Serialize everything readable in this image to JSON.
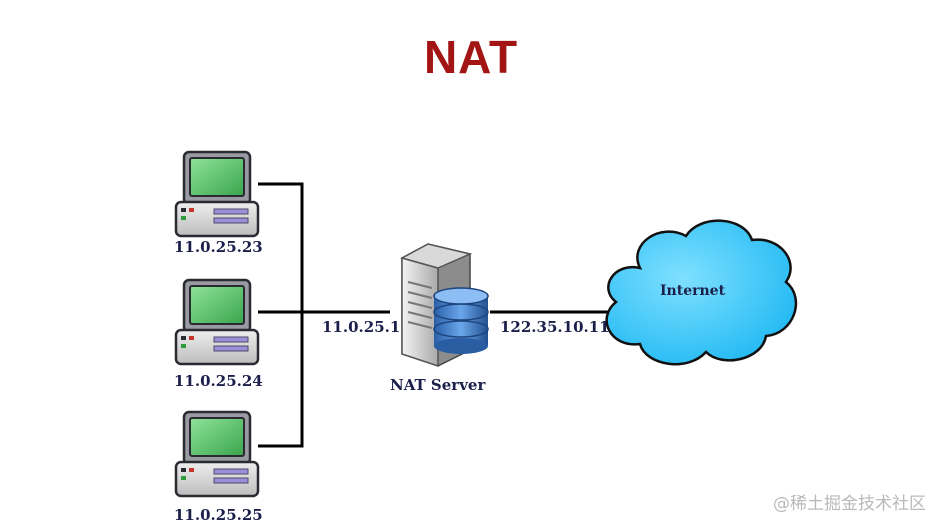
{
  "title": "NAT",
  "clients": [
    {
      "ip": "11.0.25.23"
    },
    {
      "ip": "11.0.25.24"
    },
    {
      "ip": "11.0.25.25"
    }
  ],
  "server": {
    "name": "NAT Server",
    "inner_ip": "11.0.25.1",
    "outer_ip": "122.35.10.11"
  },
  "cloud": {
    "label": "Internet"
  },
  "watermark": "@稀土掘金技术社区",
  "colors": {
    "title": "#a31515",
    "screen": "#66c974",
    "cloud": "#27c5ff",
    "database": "#3b7fd0",
    "line": "#000000"
  }
}
